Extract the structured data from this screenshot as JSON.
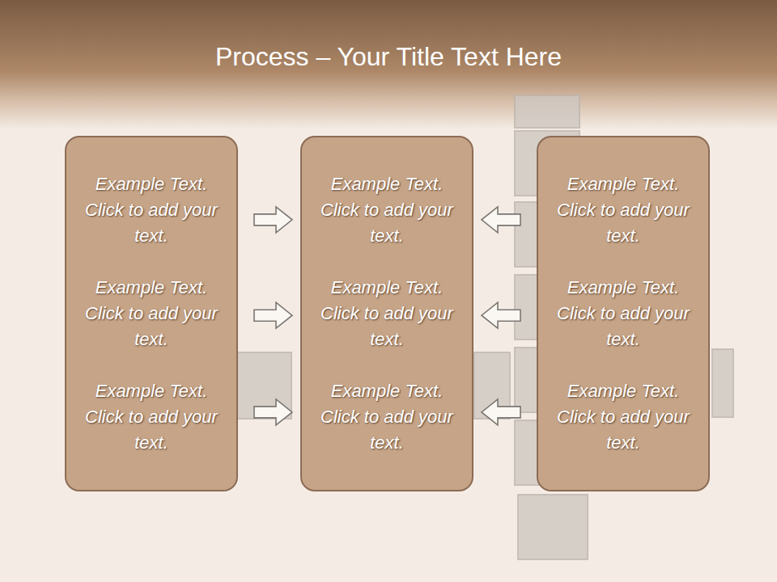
{
  "diagram": {
    "title": "Process – Your Title Text Here",
    "nodes": [
      {
        "text": [
          "Example Text. Click to add your text.",
          "Example Text. Click to add your text.",
          "Example Text. Click to add your text."
        ]
      },
      {
        "text": [
          "Example Text. Click to add your text.",
          "Example Text. Click to add your text.",
          "Example Text. Click to add your text."
        ]
      },
      {
        "text": [
          "Example Text. Click to add your text.",
          "Example Text. Click to add your text.",
          "Example Text. Click to add your text."
        ]
      }
    ],
    "edges": [
      {
        "from": 0,
        "to": 1,
        "arrow": "to"
      },
      {
        "from": 0,
        "to": 1,
        "arrow": "to"
      },
      {
        "from": 0,
        "to": 1,
        "arrow": "to"
      },
      {
        "from": 2,
        "to": 1,
        "arrow": "to"
      },
      {
        "from": 2,
        "to": 1,
        "arrow": "to"
      },
      {
        "from": 2,
        "to": 1,
        "arrow": "to"
      }
    ]
  }
}
